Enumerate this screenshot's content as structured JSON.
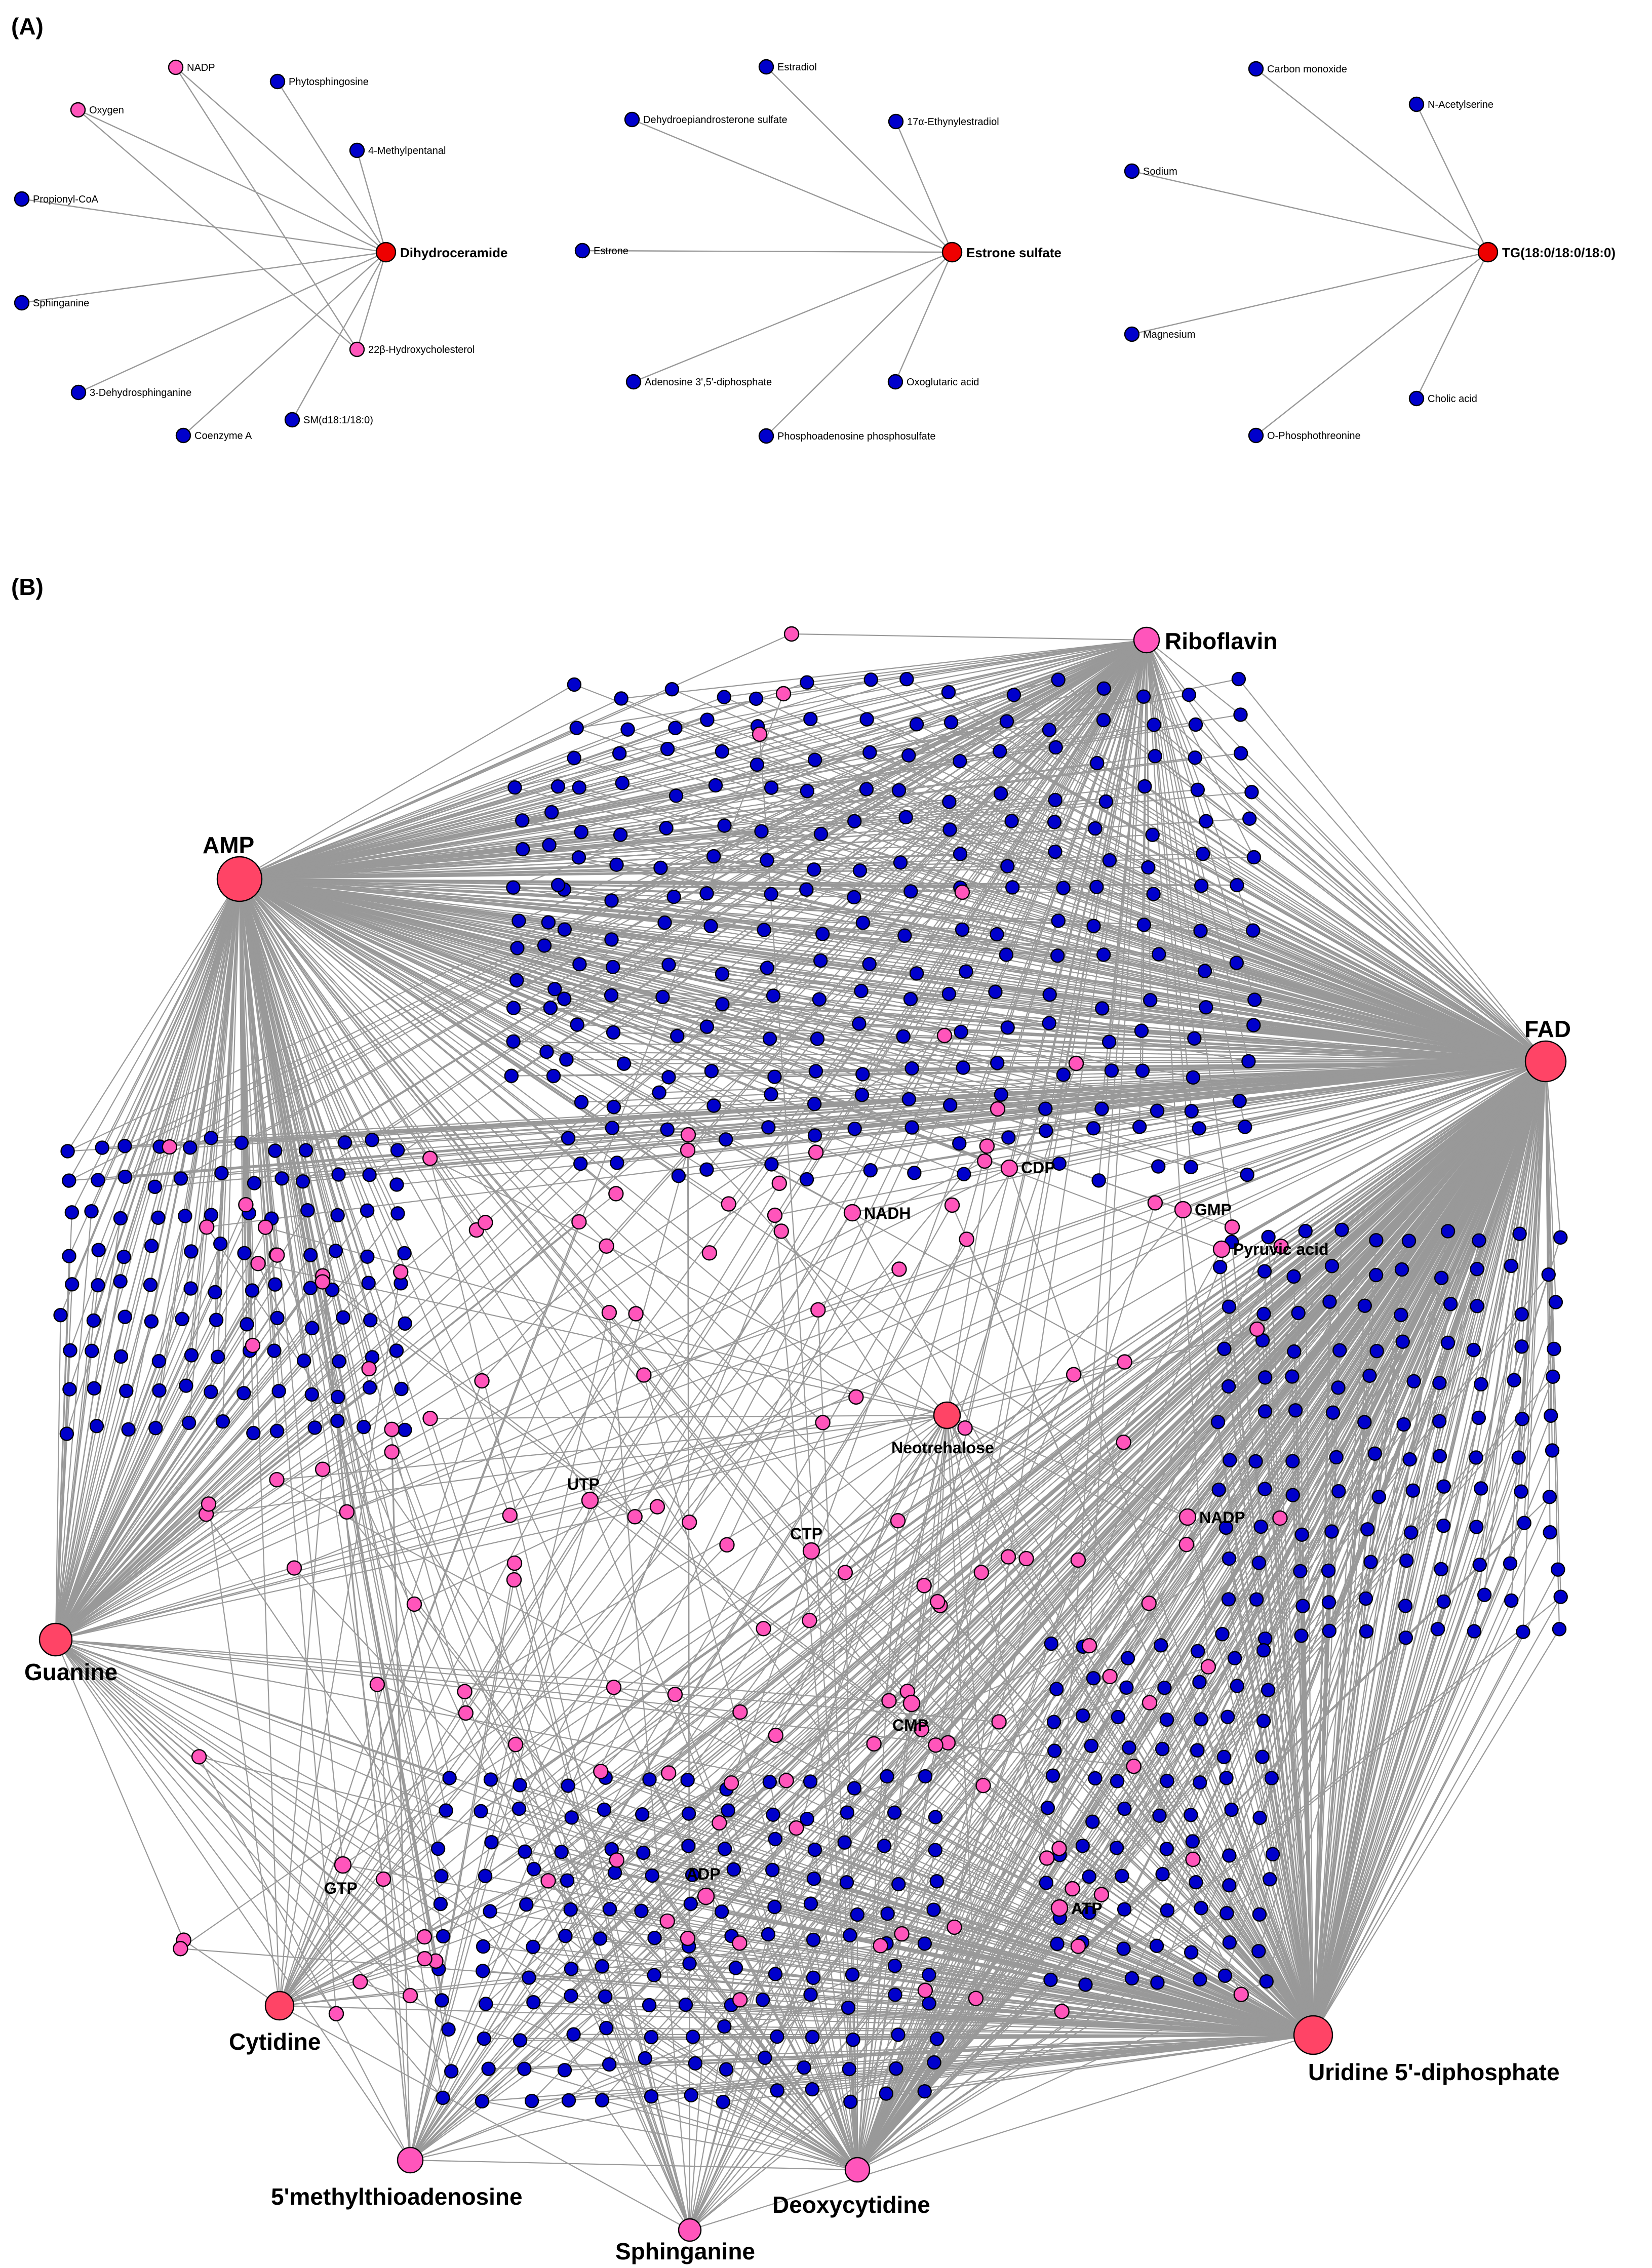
{
  "panels": {
    "a": "(A)",
    "b": "(B)"
  },
  "colors": {
    "edge": "#999999",
    "blue": "#0000cc",
    "pink": "#ff55bb",
    "red": "#ee0000",
    "hub": "#ff4466"
  },
  "panel_a": {
    "networks": [
      {
        "center": "Dihydroceramide",
        "nodes": [
          {
            "label": "NADP",
            "color": "pink"
          },
          {
            "label": "Phytosphingosine",
            "color": "blue"
          },
          {
            "label": "Oxygen",
            "color": "pink"
          },
          {
            "label": "4-Methylpentanal",
            "color": "blue"
          },
          {
            "label": "Propionyl-CoA",
            "color": "blue"
          },
          {
            "label": "Sphinganine",
            "color": "blue"
          },
          {
            "label": "22β-Hydroxycholesterol",
            "color": "pink"
          },
          {
            "label": "3-Dehydrosphinganine",
            "color": "blue"
          },
          {
            "label": "Coenzyme A",
            "color": "blue"
          },
          {
            "label": "SM(d18:1/18:0)",
            "color": "blue"
          }
        ]
      },
      {
        "center": "Estrone sulfate",
        "nodes": [
          {
            "label": "Estradiol",
            "color": "blue"
          },
          {
            "label": "Dehydroepiandrosterone sulfate",
            "color": "blue"
          },
          {
            "label": "17α-Ethynylestradiol",
            "color": "blue"
          },
          {
            "label": "Estrone",
            "color": "blue"
          },
          {
            "label": "Adenosine 3',5'-diphosphate",
            "color": "blue"
          },
          {
            "label": "Oxoglutaric acid",
            "color": "blue"
          },
          {
            "label": "Phosphoadenosine phosphosulfate",
            "color": "blue"
          }
        ]
      },
      {
        "center": "TG(18:0/18:0/18:0)",
        "nodes": [
          {
            "label": "Carbon monoxide",
            "color": "blue"
          },
          {
            "label": "N-Acetylserine",
            "color": "blue"
          },
          {
            "label": "Sodium",
            "color": "blue"
          },
          {
            "label": "Magnesium",
            "color": "blue"
          },
          {
            "label": "Cholic acid",
            "color": "blue"
          },
          {
            "label": "O-Phosphothreonine",
            "color": "blue"
          }
        ]
      }
    ]
  },
  "panel_b": {
    "hubs": [
      "AMP",
      "Riboflavin",
      "FAD",
      "Guanine",
      "Cytidine",
      "5'methylthioadenosine",
      "Sphinganine",
      "Deoxycytidine",
      "Uridine 5'-diphosphate",
      "Neotrehalose"
    ],
    "labeled_nodes": [
      "CDP",
      "NADH",
      "GMP",
      "Pyruvic acid",
      "UTP",
      "CTP",
      "NADP",
      "CMP",
      "GTP",
      "ADP",
      "ATP"
    ]
  }
}
